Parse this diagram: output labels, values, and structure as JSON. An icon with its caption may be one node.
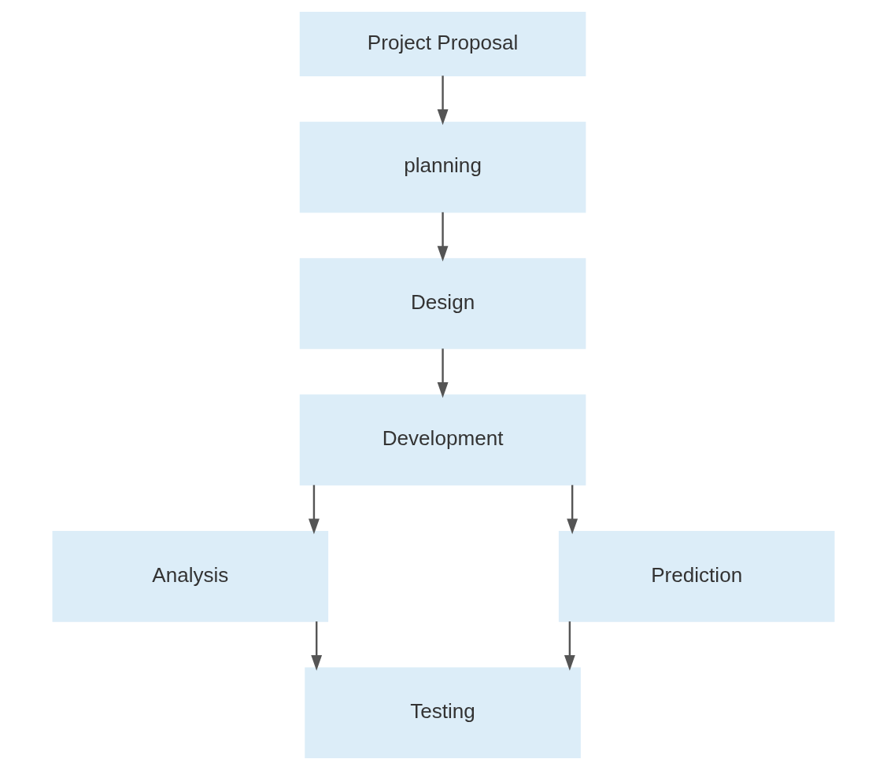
{
  "diagram": {
    "nodes": [
      {
        "text": [
          "Project Proposal"
        ]
      },
      {
        "text": [
          "planning"
        ]
      },
      {
        "text": [
          "Design"
        ]
      },
      {
        "text": [
          "Development"
        ]
      },
      {
        "text": [
          "Analysis"
        ]
      },
      {
        "text": [
          "Prediction"
        ]
      },
      {
        "text": [
          "Testing"
        ]
      }
    ],
    "edges": [
      {
        "from": 0,
        "to": 1,
        "arrow": "to"
      },
      {
        "from": 1,
        "to": 2,
        "arrow": "to"
      },
      {
        "from": 2,
        "to": 3,
        "arrow": "to"
      },
      {
        "from": 3,
        "to": 4,
        "arrow": "to"
      },
      {
        "from": 3,
        "to": 5,
        "arrow": "to"
      },
      {
        "from": 4,
        "to": 6,
        "arrow": "to"
      },
      {
        "from": 5,
        "to": 6,
        "arrow": "to"
      }
    ]
  }
}
